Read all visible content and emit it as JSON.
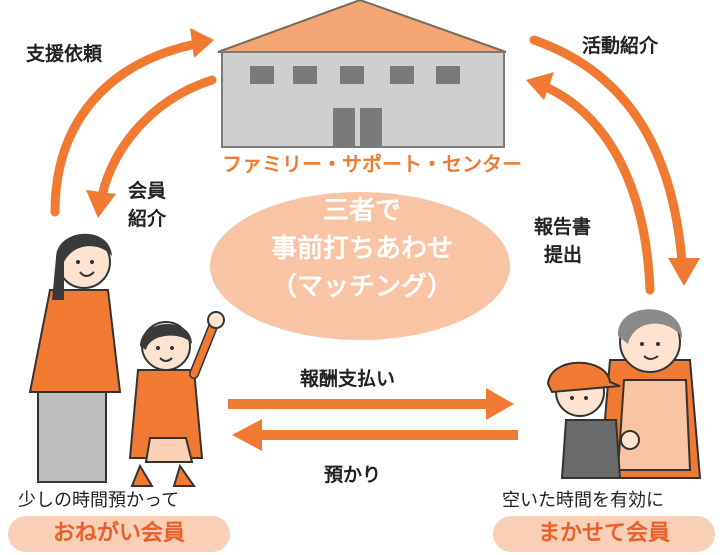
{
  "colors": {
    "orange": "#f07a32",
    "peach": "#f9c4a3",
    "pill_bg": "#f9cfb5",
    "building": "#c9c9c9",
    "roof": "#f3a673",
    "window": "#7a7a7a"
  },
  "labels": {
    "support_request": "支援依頼",
    "activity_intro": "活動紹介",
    "center_name": "ファミリー・サポート・センター",
    "member_intro_1": "会員",
    "member_intro_2": "紹介",
    "report_1": "報告書",
    "report_2": "提出",
    "payment": "報酬支払い",
    "care": "預かり",
    "left_caption": "少しの時間預かって",
    "right_caption": "空いた時間を有効に"
  },
  "center_bubble": {
    "line1": "三者で",
    "line2": "事前打ちあわせ",
    "line3": "（マッチング）"
  },
  "badges": {
    "requester": "おねがい会員",
    "provider": "まかせて会員"
  },
  "icons": [
    "building-icon",
    "mother-child-illustration",
    "caregiver-child-illustration"
  ]
}
